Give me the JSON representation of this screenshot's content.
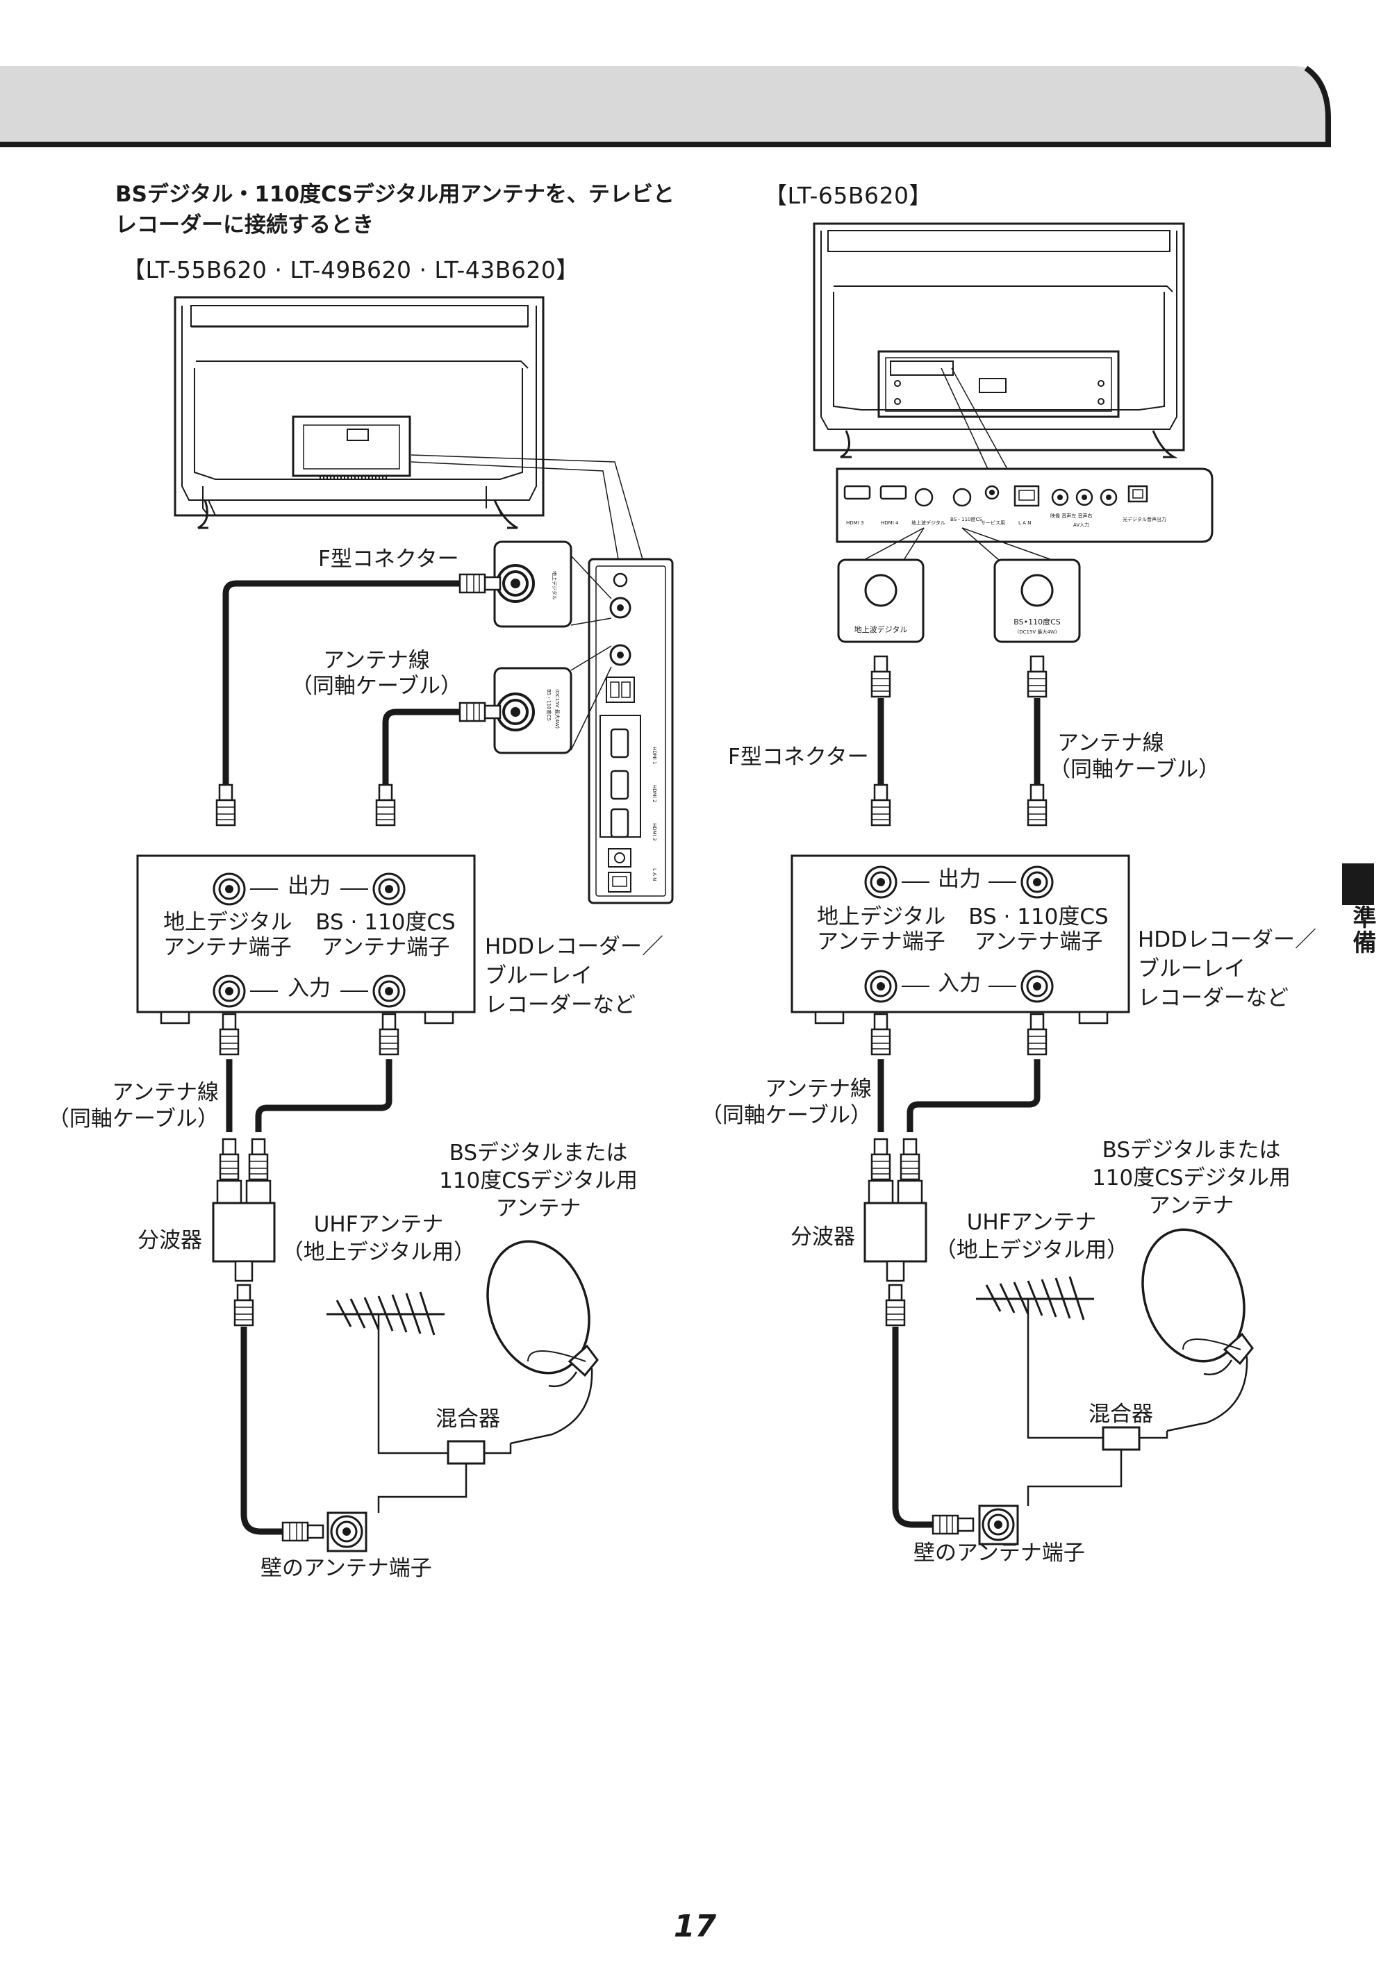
{
  "section": {
    "heading_line1": "BSデジタル・110度CSデジタル用アンテナを、テレビと",
    "heading_line2": "レコーダーに接続するとき",
    "side_tab": "準備",
    "page_number": "17"
  },
  "left": {
    "model": "【LT-55B620 · LT-49B620 · LT-43B620】",
    "f_connector": "F型コネクター",
    "antenna_cable_line1": "アンテナ線",
    "antenna_cable_line2": "（同軸ケーブル）",
    "output": "出力",
    "input": "入力",
    "terrestrial_line1": "地上デジタル",
    "terrestrial_line2": "アンテナ端子",
    "bs_line1": "BS · 110度CS",
    "bs_line2": "アンテナ端子",
    "recorder_line1": "HDDレコーダー／",
    "recorder_line2": "ブルーレイ",
    "recorder_line3": "レコーダーなど",
    "cable2_line1": "アンテナ線",
    "cable2_line2": "（同軸ケーブル）",
    "splitter": "分波器",
    "uhf_line1": "UHFアンテナ",
    "uhf_line2": "（地上デジタル用）",
    "bs_antenna_line1": "BSデジタルまたは",
    "bs_antenna_line2": "110度CSデジタル用",
    "bs_antenna_line3": "アンテナ",
    "mixer": "混合器",
    "wall_terminal": "壁のアンテナ端子",
    "port_terrestrial": "地上デジタル",
    "port_bs": "BS・110度CS",
    "port_bs_sub": "(DC15V 最大4W)",
    "side_port_hdmi1": "HDMI 1",
    "side_port_hdmi2": "HDMI 2",
    "side_port_hdmi3": "HDMI 3",
    "side_port_lan": "L A N"
  },
  "right": {
    "model": "【LT-65B620】",
    "panel_hdmi3": "HDMI 3",
    "panel_hdmi4": "HDMI 4",
    "panel_terrestrial": "地上波デジタル",
    "panel_bs": "BS・110度CS",
    "panel_service": "サービス用",
    "panel_lan": "L A N",
    "panel_av": "映像 音声左 音声右",
    "panel_av_in": "AV入力",
    "panel_optical": "光デジタル音声出力",
    "tag_terrestrial": "地上波デジタル",
    "tag_bs": "BS•110度CS",
    "tag_bs_sub": "(DC15V 最大4W)",
    "f_connector": "F型コネクター",
    "antenna_cable_line1": "アンテナ線",
    "antenna_cable_line2": "（同軸ケーブル）",
    "output": "出力",
    "input": "入力",
    "terrestrial_line1": "地上デジタル",
    "terrestrial_line2": "アンテナ端子",
    "bs_line1": "BS · 110度CS",
    "bs_line2": "アンテナ端子",
    "recorder_line1": "HDDレコーダー／",
    "recorder_line2": "ブルーレイ",
    "recorder_line3": "レコーダーなど",
    "cable2_line1": "アンテナ線",
    "cable2_line2": "（同軸ケーブル）",
    "splitter": "分波器",
    "uhf_line1": "UHFアンテナ",
    "uhf_line2": "（地上デジタル用）",
    "bs_antenna_line1": "BSデジタルまたは",
    "bs_antenna_line2": "110度CSデジタル用",
    "bs_antenna_line3": "アンテナ",
    "mixer": "混合器",
    "wall_terminal": "壁のアンテナ端子"
  }
}
